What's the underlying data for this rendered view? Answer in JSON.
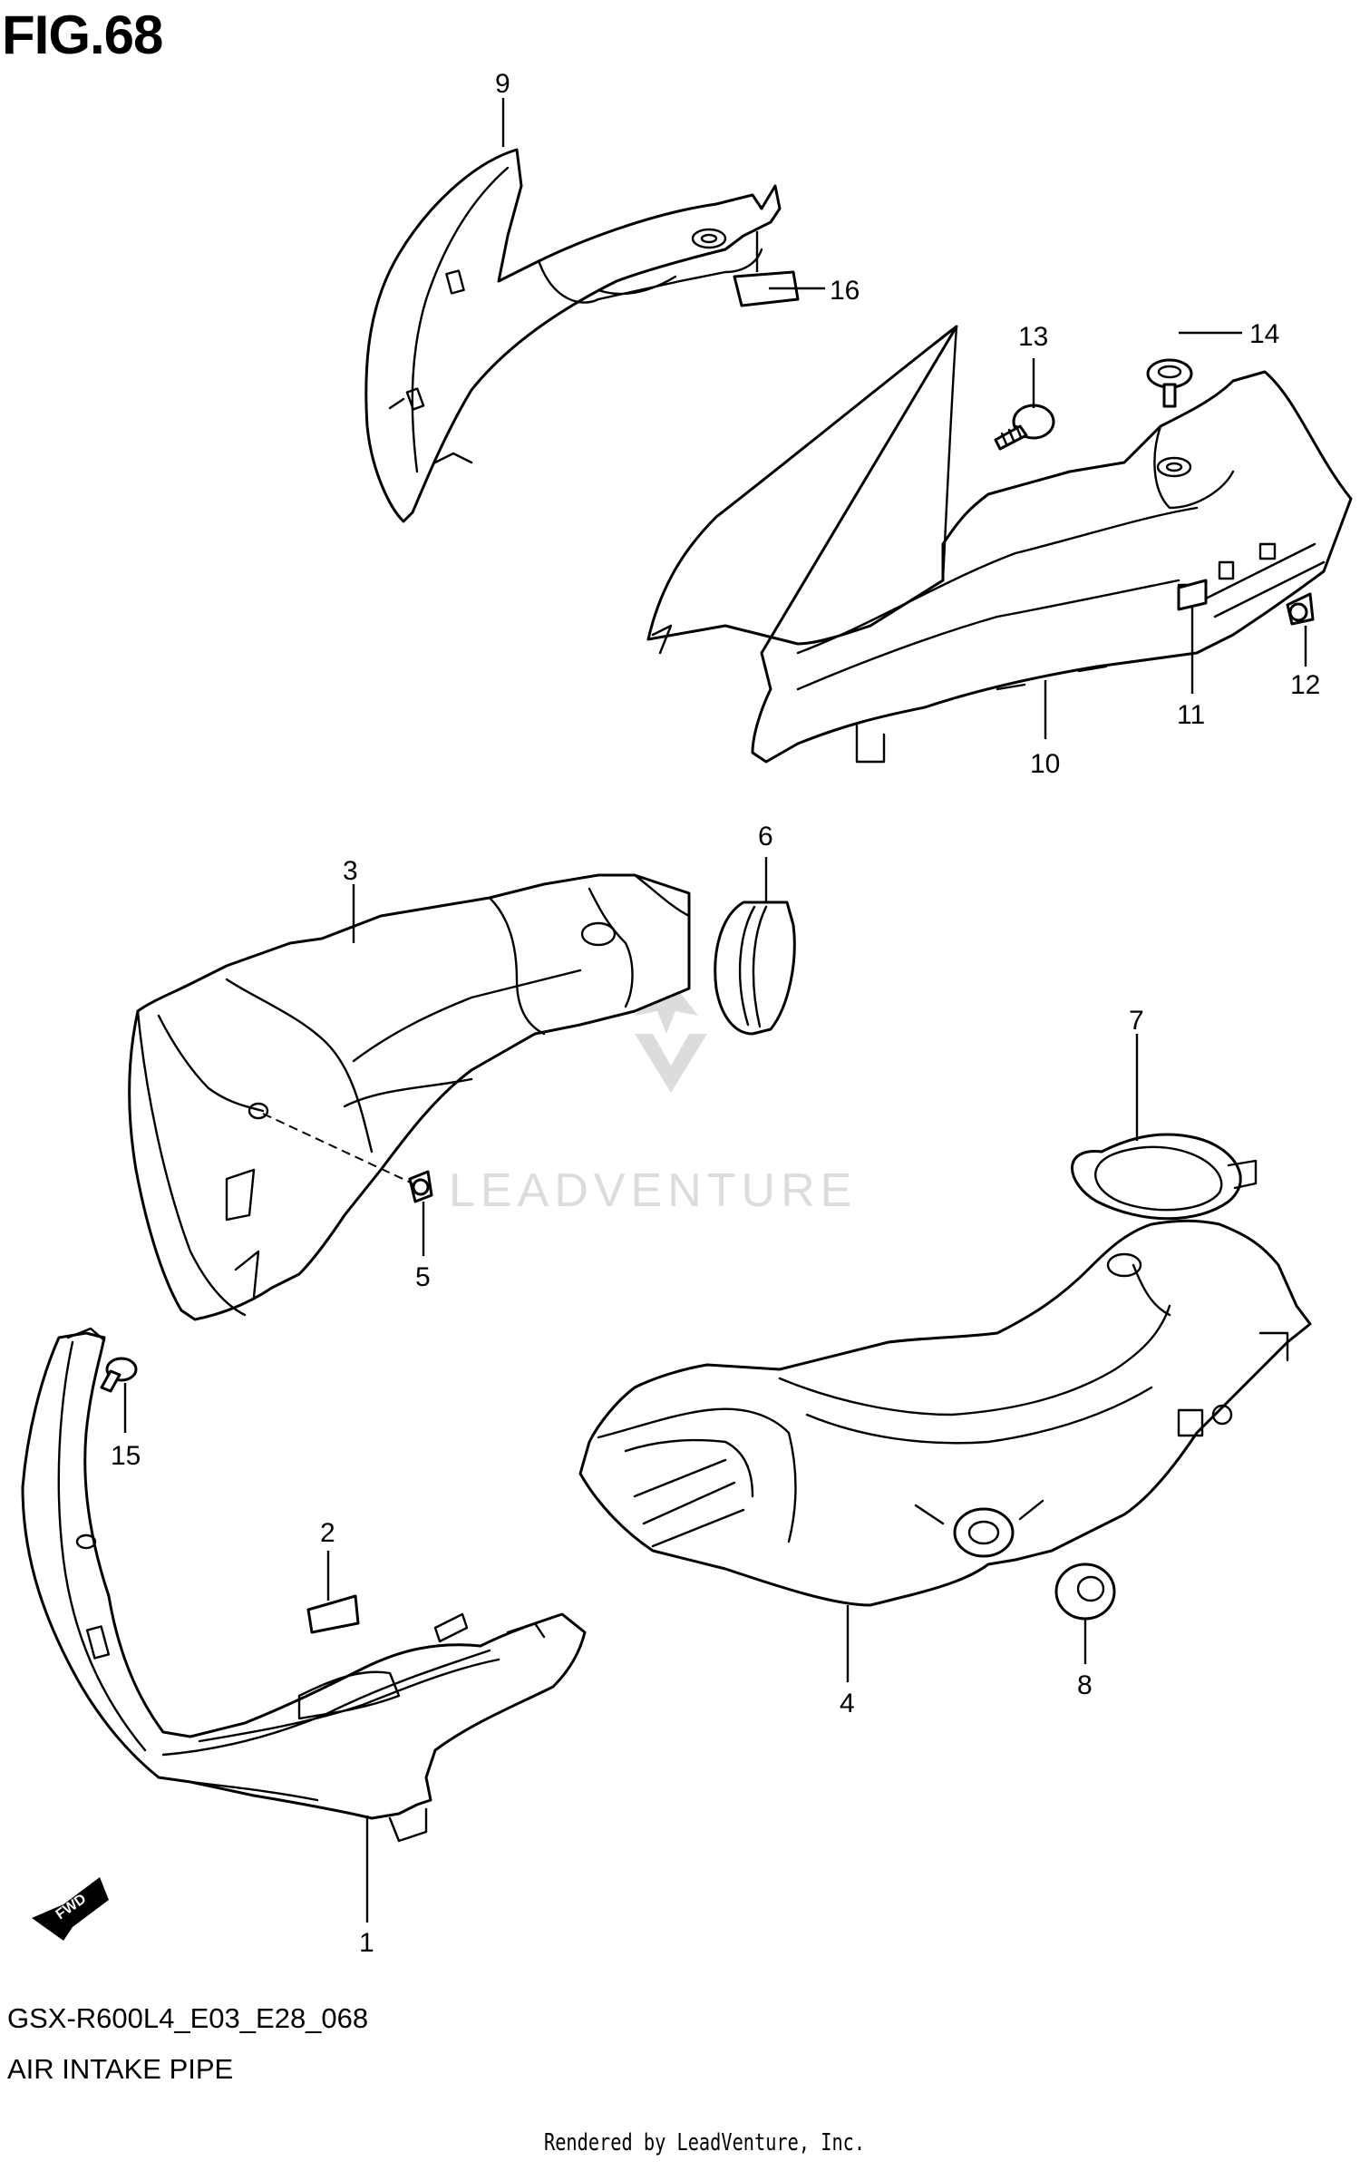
{
  "figure": {
    "title": "FIG.68",
    "model_code": "GSX-R600L4_E03_E28_068",
    "name": "AIR INTAKE PIPE",
    "rendered_by": "Rendered by LeadVenture, Inc.",
    "watermark": "LEADVENTURE",
    "direction_badge": "FWD"
  },
  "callouts": [
    "1",
    "2",
    "3",
    "4",
    "5",
    "6",
    "7",
    "8",
    "9",
    "10",
    "11",
    "12",
    "13",
    "14",
    "15",
    "16"
  ],
  "colors": {
    "line": "#000000",
    "background": "#ffffff",
    "watermark": "#dcdcdc"
  }
}
